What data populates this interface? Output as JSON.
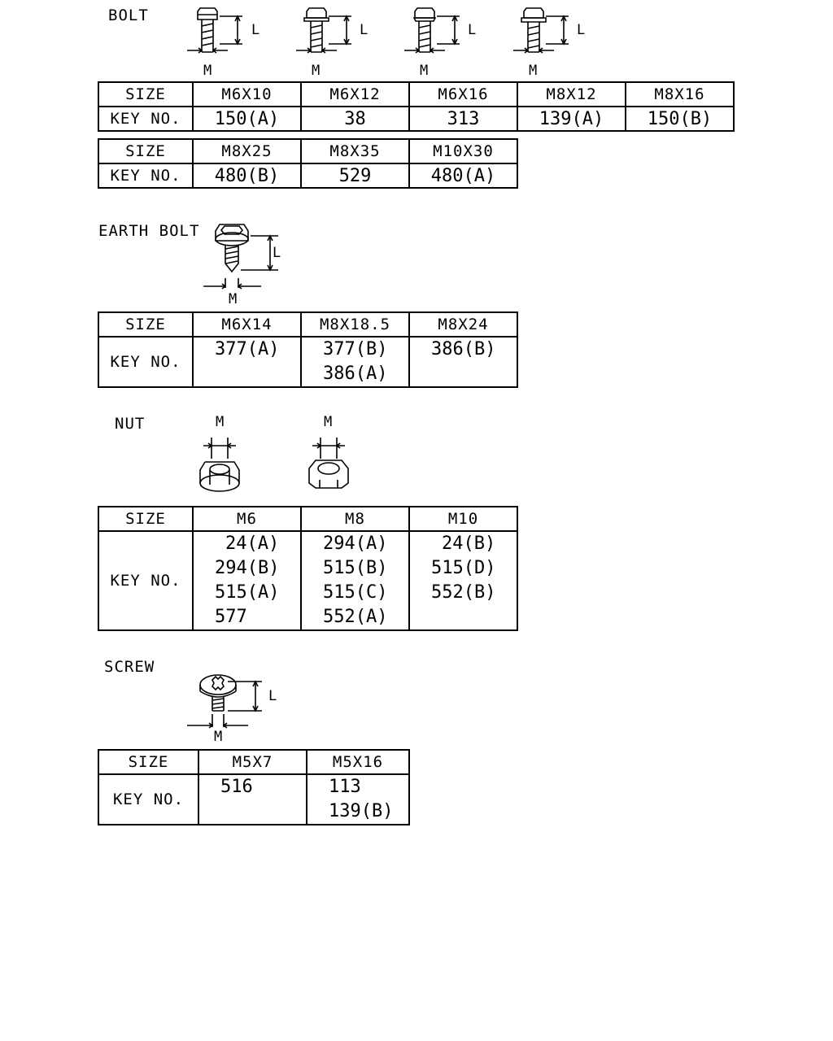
{
  "bolt": {
    "title": "BOLT",
    "dim_labels": [
      "L",
      "M",
      "L",
      "M",
      "L",
      "M",
      "L",
      "M"
    ],
    "table1": {
      "size_label": "SIZE",
      "key_label": "KEY NO.",
      "sizes": [
        "M6X10",
        "M6X12",
        "M6X16",
        "M8X12",
        "M8X16"
      ],
      "keys": [
        "150(A)",
        "38",
        "313",
        "139(A)",
        "150(B)"
      ]
    },
    "table2": {
      "size_label": "SIZE",
      "key_label": "KEY NO.",
      "sizes": [
        "M8X25",
        "M8X35",
        "M10X30"
      ],
      "keys": [
        "480(B)",
        "529",
        "480(A)"
      ]
    }
  },
  "earth_bolt": {
    "title": "EARTH BOLT",
    "dim_labels": [
      "L",
      "M"
    ],
    "table": {
      "size_label": "SIZE",
      "key_label": "KEY NO.",
      "sizes": [
        "M6X14",
        "M8X18.5",
        "M8X24"
      ],
      "keys": [
        [
          "377(A)"
        ],
        [
          "377(B)",
          "386(A)"
        ],
        [
          "386(B)"
        ]
      ]
    }
  },
  "nut": {
    "title": "NUT",
    "dim_labels": [
      "M",
      "M"
    ],
    "table": {
      "size_label": "SIZE",
      "key_label": "KEY NO.",
      "sizes": [
        "M6",
        "M8",
        "M10"
      ],
      "keys": [
        [
          "24(A)",
          "294(B)",
          "515(A)",
          "577"
        ],
        [
          "294(A)",
          "515(B)",
          "515(C)",
          "552(A)"
        ],
        [
          "24(B)",
          "515(D)",
          "552(B)"
        ]
      ]
    }
  },
  "screw": {
    "title": "SCREW",
    "dim_labels": [
      "L",
      "M"
    ],
    "table": {
      "size_label": "SIZE",
      "key_label": "KEY NO.",
      "sizes": [
        "M5X7",
        "M5X16"
      ],
      "keys": [
        [
          "516"
        ],
        [
          "113",
          "139(B)"
        ]
      ]
    }
  }
}
